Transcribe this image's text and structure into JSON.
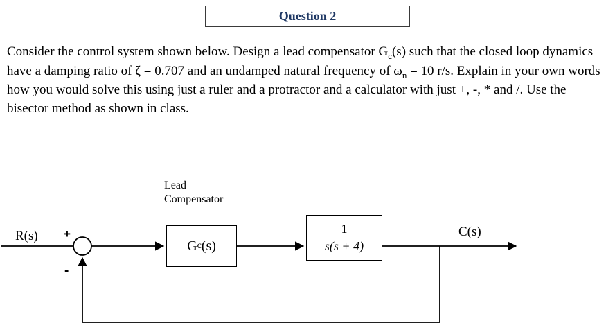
{
  "title": {
    "label": "Question 2"
  },
  "question": {
    "part1": "Consider the control system shown below. Design a lead compensator G",
    "sub_c": "c",
    "part2": "(s) such that the closed loop dynamics have a damping ratio of ζ = 0.707 and an undamped natural frequency of ω",
    "sub_n": "n",
    "part3": " = 10 r/s. Explain in your own words how you would solve this using just a ruler and a protractor and a calculator with just +, -, * and /. Use the bisector method as shown in class."
  },
  "diagram": {
    "lead_label_line1": "Lead",
    "lead_label_line2": "Compensator",
    "input_label": "R(s)",
    "output_label": "C(s)",
    "sum_plus": "+",
    "sum_minus": "-",
    "gc_block": {
      "pre": "G",
      "sub": "c",
      "post": "(s)"
    },
    "plant_block": {
      "numerator": "1",
      "denominator": "s(s + 4)"
    }
  }
}
